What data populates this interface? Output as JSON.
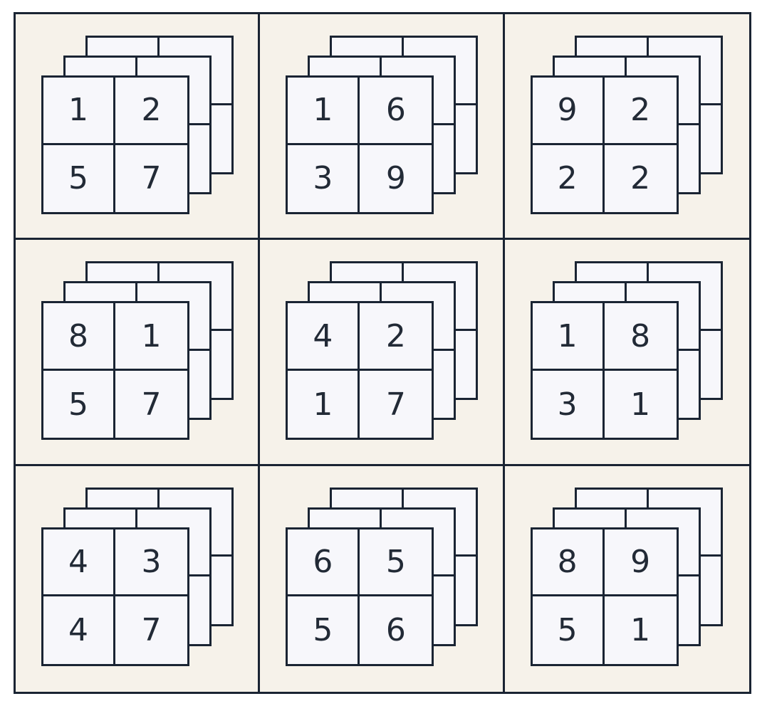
{
  "grid": [
    {
      "values": [
        "1",
        "2",
        "5",
        "7"
      ]
    },
    {
      "values": [
        "1",
        "6",
        "3",
        "9"
      ]
    },
    {
      "values": [
        "9",
        "2",
        "2",
        "2"
      ]
    },
    {
      "values": [
        "8",
        "1",
        "5",
        "7"
      ]
    },
    {
      "values": [
        "4",
        "2",
        "1",
        "7"
      ]
    },
    {
      "values": [
        "1",
        "8",
        "3",
        "1"
      ]
    },
    {
      "values": [
        "4",
        "3",
        "4",
        "7"
      ]
    },
    {
      "values": [
        "6",
        "5",
        "5",
        "6"
      ]
    },
    {
      "values": [
        "8",
        "9",
        "5",
        "1"
      ]
    }
  ],
  "colors": {
    "line": "#1a2433",
    "cell_background": "#f6f2ea",
    "card_background": "#f7f7fb",
    "digit": "#222a36"
  }
}
